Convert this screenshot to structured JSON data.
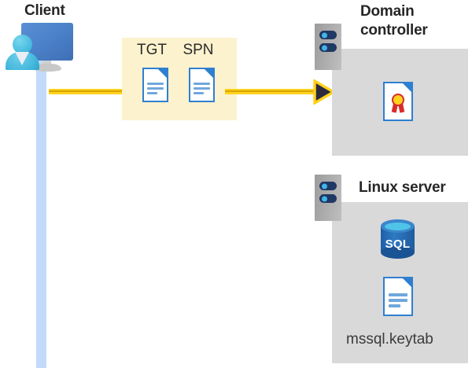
{
  "diagram": {
    "title_client": "Client",
    "title_domain_controller": "Domain\ncontroller",
    "title_linux_server": "Linux server",
    "label_keytab": "mssql.keytab",
    "tickets": [
      {
        "tag": "TGT",
        "icon": "document-icon"
      },
      {
        "tag": "SPN",
        "icon": "document-icon"
      }
    ],
    "icons": {
      "client": "client-computer-user-icon",
      "server": "server-rack-icon",
      "certificate": "certificate-document-icon",
      "sql": "sql-database-icon",
      "keytab": "document-icon",
      "arrow": "arrow-right-icon"
    },
    "colors": {
      "highlight_box": "#fcf2cd",
      "container_box": "#d9d9d9",
      "lifeline": "#c3dbfa",
      "connector": "#ffd21e",
      "connector_core": "#d8a400",
      "arrowhead": "#2b2b3d",
      "document_blue": "#2f7fd1",
      "sql_blue": "#2e7ac4",
      "seal_yellow": "#ffd21e",
      "seal_red": "#d92b2b",
      "server_gray": "#ababab",
      "led_navy": "#1f3864",
      "led_cyan": "#41b6e6",
      "text_dark": "#262626"
    }
  }
}
